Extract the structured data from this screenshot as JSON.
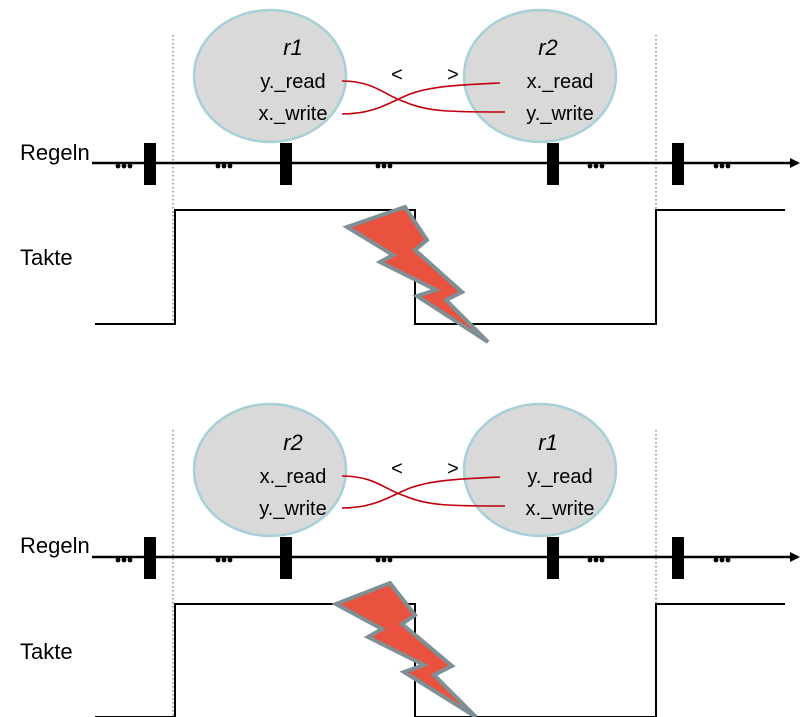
{
  "colors": {
    "bubble_fill": "#d9d9d9",
    "bubble_border": "#a7cfd8",
    "wire": "#c0000c",
    "lightning": "#e8523e",
    "lightning_border": "#7f8f96"
  },
  "panels": [
    {
      "regeln_label": "Regeln",
      "takte_label": "Takte",
      "left_rule": {
        "title": "r1",
        "line1": "y._read",
        "line2": "x._write"
      },
      "right_rule": {
        "title": "r2",
        "line1": "x._read",
        "line2": "y._write"
      },
      "less_than": "<",
      "greater_than": ">"
    },
    {
      "regeln_label": "Regeln",
      "takte_label": "Takte",
      "left_rule": {
        "title": "r2",
        "line1": "x._read",
        "line2": "y._write"
      },
      "right_rule": {
        "title": "r1",
        "line1": "y._read",
        "line2": "x._write"
      },
      "less_than": "<",
      "greater_than": ">"
    }
  ]
}
